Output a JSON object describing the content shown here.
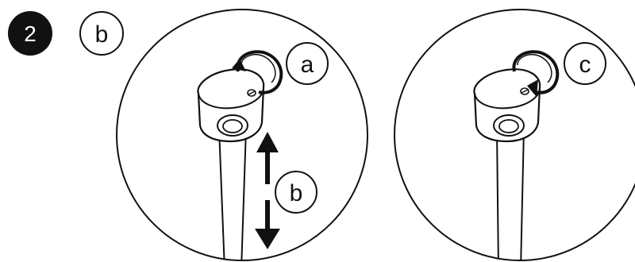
{
  "step": {
    "number": "2",
    "variant": "b"
  },
  "callouts": {
    "rotate_left": "a",
    "slide": "b",
    "rotate_right": "c"
  },
  "colors": {
    "ink": "#111111",
    "paper": "#ffffff"
  }
}
